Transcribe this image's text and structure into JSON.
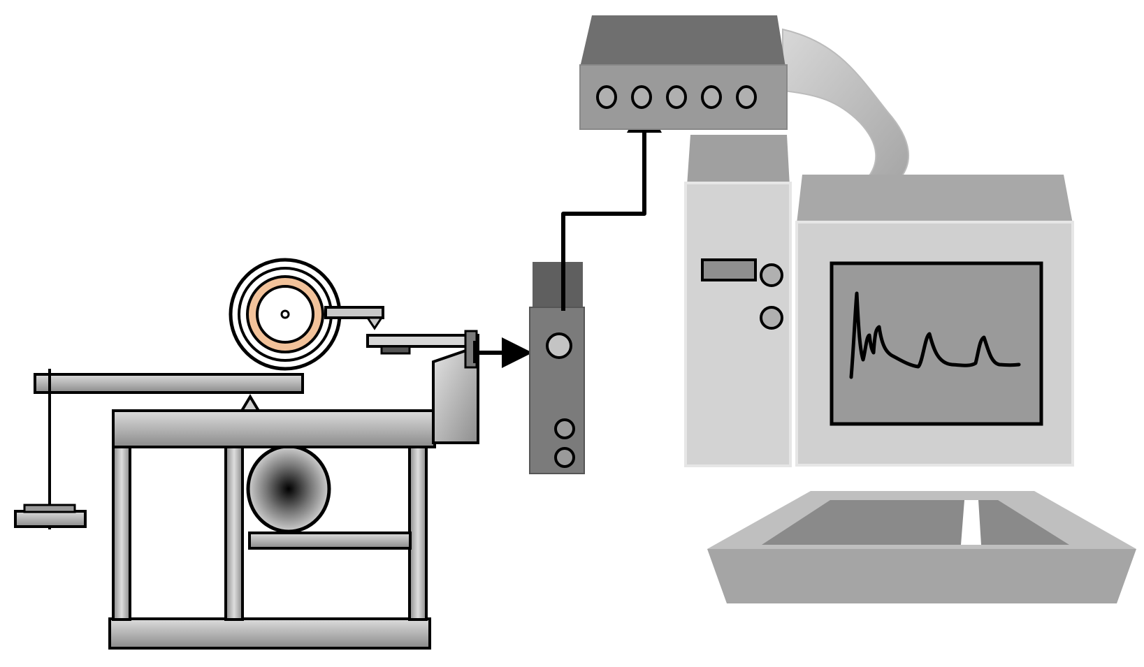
{
  "colors": {
    "background": "#ffffff",
    "outline": "#000000",
    "metal_light": "#cfcfcf",
    "metal_mid": "#a8a8a8",
    "metal_dark": "#6e6e6e",
    "computer_light": "#d3d3d3",
    "computer_mid": "#a9a9a9",
    "computer_dark": "#8c8c8c",
    "screen": "#9a9a9a",
    "ring_accent": "#f2c29a"
  },
  "icons": {
    "tribometer": "tribometer-icon",
    "amplifier": "amplifier-icon",
    "data_acquisition": "data-acquisition-box-icon",
    "computer": "desktop-computer-icon",
    "signal_arrow": "arrow-right-icon",
    "signal_arrow_up": "arrow-up-icon"
  },
  "diagram": {
    "amplifier_input_ports": 1,
    "amplifier_bottom_ports": 2,
    "daq_ports": 5,
    "tower_buttons": 2,
    "screen_signal_peaks": 4
  }
}
